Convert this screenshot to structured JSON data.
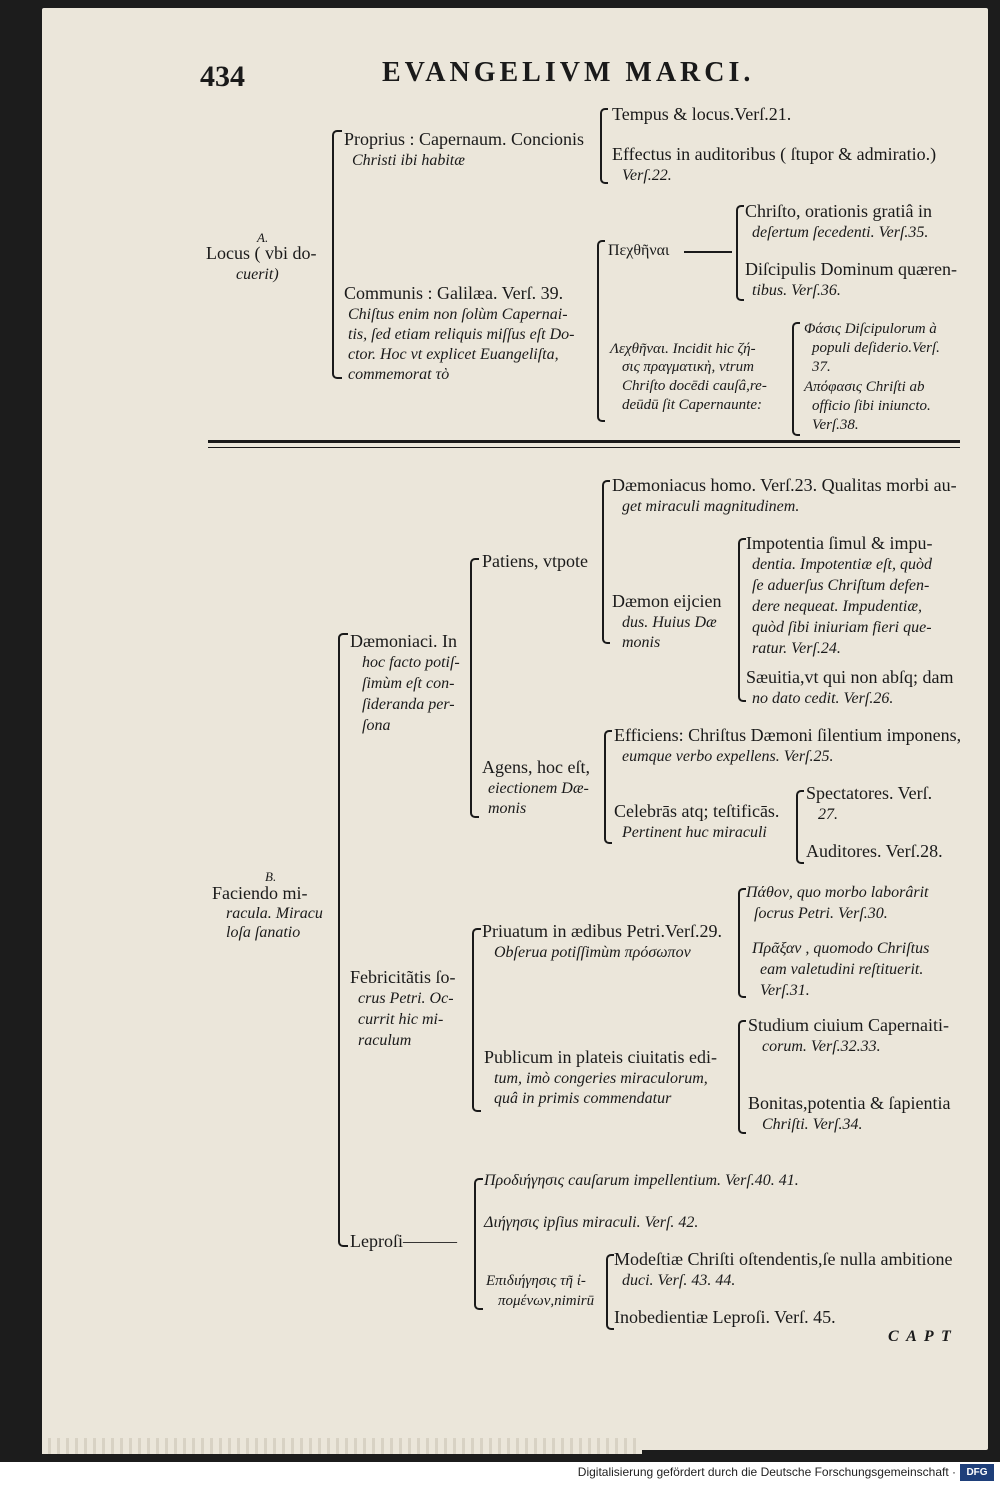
{
  "header": {
    "page_number": "434",
    "title": "EVANGELIVM MARCI."
  },
  "section_a": {
    "letter": "A.",
    "root": [
      "Locus ( vbi do-",
      "cuerit)"
    ],
    "proprius": {
      "label": [
        "Proprius : Capernaum. Concionis",
        "Christi ibi habitæ"
      ],
      "tempus": "Tempus & locus.Verſ.21.",
      "effectus": [
        "Effectus in auditoribus ( ſtupor & admiratio.)",
        "Verſ.22."
      ]
    },
    "communis": {
      "label": [
        "Communis : Galilæa. Verſ. 39.",
        "Chiſtus enim non ſolùm Capernai-",
        "tis, ſed etiam reliquis miſſus eſt Do-",
        "ctor. Hoc vt explicet Euangeliſta,",
        "commemorat τὸ"
      ],
      "preceptum": "Πεχθῆναι",
      "christo": [
        "Chriſto, orationis gratiâ in",
        "deſertum ſecedenti. Verſ.35."
      ],
      "discipulis": [
        "Diſcipulis Dominum quæren-",
        "tibus. Verſ.36."
      ],
      "lechthen": [
        "Λεχθῆναι. Incidit hic ζή-",
        "σις πραγματικὴ, vtrum",
        "Chriſto docēdi cauſâ,re-",
        "deūdū ſit Capernaunte:"
      ],
      "phasis": [
        "Φάσις Diſcipulorum à",
        "populi deſiderio.Verſ.",
        "37."
      ],
      "apophasis": [
        "Απόφασις Chriſti ab",
        "officio ſibi iniuncto.",
        "Verſ.38."
      ]
    }
  },
  "section_b": {
    "letter": "B.",
    "root": [
      "Faciendo mi-",
      "racula. Miracu",
      "loſa ſanatio"
    ],
    "daemoniaci": {
      "label": [
        "Dæmoniaci. In",
        "hoc facto potiſ-",
        "ſimùm eſt con-",
        "ſideranda per-",
        "ſona"
      ],
      "patiens": "Patiens, vtpote",
      "daemoniacus": [
        "Dæmoniacus homo. Verſ.23. Qualitas morbi au-",
        "get miraculi magnitudinem."
      ],
      "daemon": [
        "Dæmon eijcien",
        "dus. Huius Dæ",
        "monis"
      ],
      "impotentia": [
        "Impotentia ſimul & impu-",
        "dentia. Impotentiæ eſt, quòd",
        "ſe aduerſus Chriſtum defen-",
        "dere nequeat. Impudentiæ,",
        "quòd ſibi iniuriam fieri que-",
        "ratur. Verſ.24."
      ],
      "saeuitia": [
        "Sæuitia,vt qui non abſq; dam",
        "no dato cedit. Verſ.26."
      ],
      "agens": [
        "Agens, hoc eſt,",
        "eiectionem Dæ-",
        "monis"
      ],
      "efficiens": [
        "Efficiens: Chriſtus Dæmoni ſilentium imponens,",
        "eumque verbo expellens. Verſ.25."
      ],
      "celebrans": [
        "Celebrās atq; teſtificās.",
        "Pertinent huc miraculi"
      ],
      "spectatores": [
        "Spectatores. Verſ.",
        "27."
      ],
      "auditores": "Auditores. Verſ.28."
    },
    "febricitantis": {
      "label": [
        "Febricitãtis ſo-",
        "crus Petri. Oc-",
        "currit hic mi-",
        "raculum"
      ],
      "priuatum": [
        "Priuatum in ædibus Petri.Verſ.29.",
        "Obſerua potiſſimùm πρόσωπον"
      ],
      "pathon": [
        "Πάθον, quo morbo laborârit",
        "ſocrus Petri. Verſ.30."
      ],
      "praxon": [
        "Πρᾶξαν , quomodo Chriſtus",
        "eam valetudini reſtituerit.",
        "Verſ.31."
      ],
      "publicum": [
        "Publicum in plateis ciuitatis edi-",
        "tum, imò congeries miraculorum,",
        "quâ in primis commendatur"
      ],
      "studium": [
        "Studium ciuium Capernaiti-",
        "corum. Verſ.32.33."
      ],
      "bonitas": [
        "Bonitas,potentia & ſapientia",
        "Chriſti. Verſ.34."
      ]
    },
    "leprosi": {
      "label": "Leproſi———",
      "prodiegesis": "Προδιήγησις cauſarum impellentium. Verſ.40. 41.",
      "diegesis": "Διήγησις ipſius miraculi. Verſ. 42.",
      "epidiegesis": [
        "Επιδιήγησις τῆ ἰ-",
        "πομένων,nimirū"
      ],
      "modestiae": [
        "Modeſtiæ Chriſti oſtendentis,ſe nulla ambitione",
        "duci. Verſ. 43. 44."
      ],
      "inobedientiae": "Inobedientiæ Leproſi. Verſ. 45."
    }
  },
  "catchword": "C A P T",
  "footer": {
    "text": "Digitalisierung gefördert durch die Deutsche Forschungsgemeinschaft ·",
    "logo": "DFG"
  }
}
